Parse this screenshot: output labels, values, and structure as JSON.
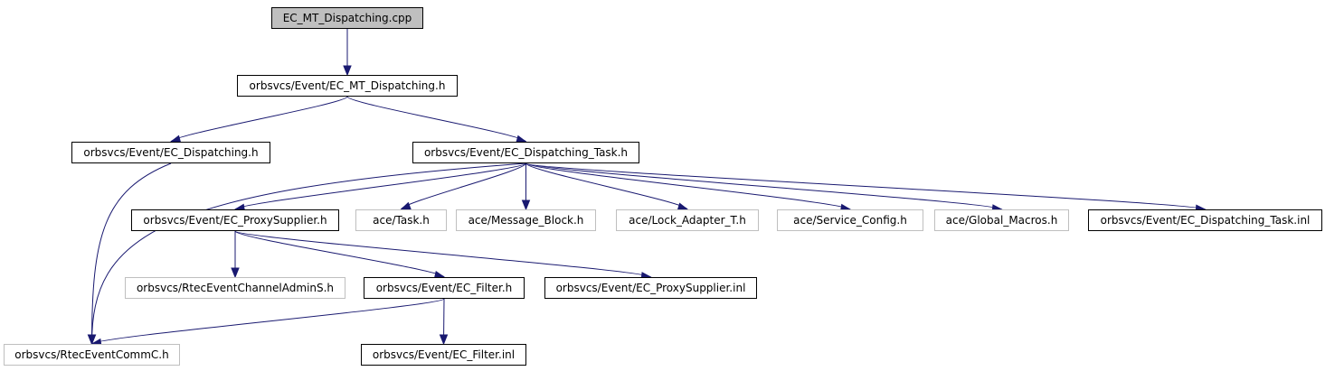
{
  "colors": {
    "edge": "#191970",
    "external_border": "#bfbfbf",
    "root_fill": "#bfbfbf"
  },
  "nodes": {
    "root": "EC_MT_Dispatching.cpp",
    "mt_dispatching_h": "orbsvcs/Event/EC_MT_Dispatching.h",
    "dispatching_h": "orbsvcs/Event/EC_Dispatching.h",
    "dispatching_task_h": "orbsvcs/Event/EC_Dispatching_Task.h",
    "proxy_supplier_h": "orbsvcs/Event/EC_ProxySupplier.h",
    "task_h": "ace/Task.h",
    "message_block_h": "ace/Message_Block.h",
    "lock_adapter_h": "ace/Lock_Adapter_T.h",
    "service_config_h": "ace/Service_Config.h",
    "global_macros_h": "ace/Global_Macros.h",
    "dispatching_task_inl": "orbsvcs/Event/EC_Dispatching_Task.inl",
    "rtec_admin_s_h": "orbsvcs/RtecEventChannelAdminS.h",
    "filter_h": "orbsvcs/Event/EC_Filter.h",
    "proxy_supplier_inl": "orbsvcs/Event/EC_ProxySupplier.inl",
    "rtec_comm_c_h": "orbsvcs/RtecEventCommC.h",
    "filter_inl": "orbsvcs/Event/EC_Filter.inl"
  },
  "edges": [
    [
      "root",
      "mt_dispatching_h"
    ],
    [
      "mt_dispatching_h",
      "dispatching_h"
    ],
    [
      "mt_dispatching_h",
      "dispatching_task_h"
    ],
    [
      "dispatching_h",
      "rtec_comm_c_h"
    ],
    [
      "dispatching_task_h",
      "rtec_comm_c_h"
    ],
    [
      "dispatching_task_h",
      "proxy_supplier_h"
    ],
    [
      "dispatching_task_h",
      "task_h"
    ],
    [
      "dispatching_task_h",
      "message_block_h"
    ],
    [
      "dispatching_task_h",
      "lock_adapter_h"
    ],
    [
      "dispatching_task_h",
      "service_config_h"
    ],
    [
      "dispatching_task_h",
      "global_macros_h"
    ],
    [
      "dispatching_task_h",
      "dispatching_task_inl"
    ],
    [
      "proxy_supplier_h",
      "rtec_admin_s_h"
    ],
    [
      "proxy_supplier_h",
      "filter_h"
    ],
    [
      "proxy_supplier_h",
      "proxy_supplier_inl"
    ],
    [
      "filter_h",
      "rtec_comm_c_h"
    ],
    [
      "filter_h",
      "filter_inl"
    ]
  ]
}
